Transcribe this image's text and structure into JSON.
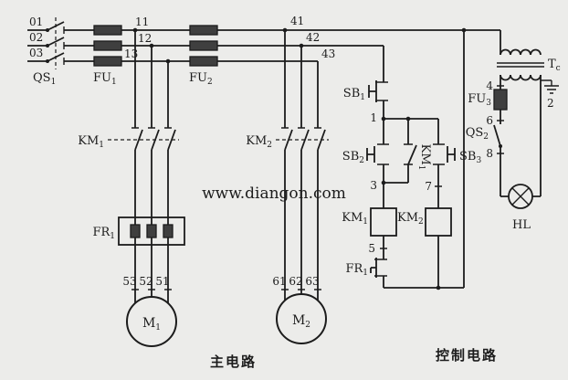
{
  "figure": {
    "watermark": {
      "text": "www.diangon.com",
      "color": "#18a018"
    },
    "background": "#ececea",
    "line_color": "#1c1c1c",
    "sections": {
      "main": "主电路",
      "control": "控制电路"
    }
  },
  "phases": {
    "p1": "01",
    "p2": "02",
    "p3": "03"
  },
  "wires": {
    "w11": "11",
    "w12": "12",
    "w13": "13",
    "w41": "41",
    "w42": "42",
    "w43": "43",
    "w53": "53",
    "w52": "52",
    "w51": "51",
    "w61": "61",
    "w62": "62",
    "w63": "63",
    "c1": "1",
    "c3": "3",
    "c5": "5",
    "c7": "7",
    "t4": "4",
    "t6": "6",
    "t8": "8",
    "t2": "2"
  },
  "devices": {
    "qs1": {
      "name": "QS",
      "sub": "1"
    },
    "fu1": {
      "name": "FU",
      "sub": "1"
    },
    "fu2": {
      "name": "FU",
      "sub": "2"
    },
    "fu3": {
      "name": "FU",
      "sub": "3"
    },
    "km1_main": {
      "name": "KM",
      "sub": "1"
    },
    "km2_main": {
      "name": "KM",
      "sub": "2"
    },
    "fr1_main": {
      "name": "FR",
      "sub": "1"
    },
    "m1": {
      "name": "M",
      "sub": "1"
    },
    "m2": {
      "name": "M",
      "sub": "2"
    },
    "sb1": {
      "name": "SB",
      "sub": "1"
    },
    "sb2": {
      "name": "SB",
      "sub": "2"
    },
    "sb3": {
      "name": "SB",
      "sub": "3"
    },
    "km1_aux": {
      "name": "KM",
      "sub": "1"
    },
    "km1_coil": {
      "name": "KM",
      "sub": "1"
    },
    "km2_coil": {
      "name": "KM",
      "sub": "2"
    },
    "fr1_contact": {
      "name": "FR",
      "sub": "1"
    },
    "qs2": {
      "name": "QS",
      "sub": "2"
    },
    "tc": {
      "name": "T",
      "sub": "c"
    },
    "hl": {
      "name": "HL"
    }
  }
}
